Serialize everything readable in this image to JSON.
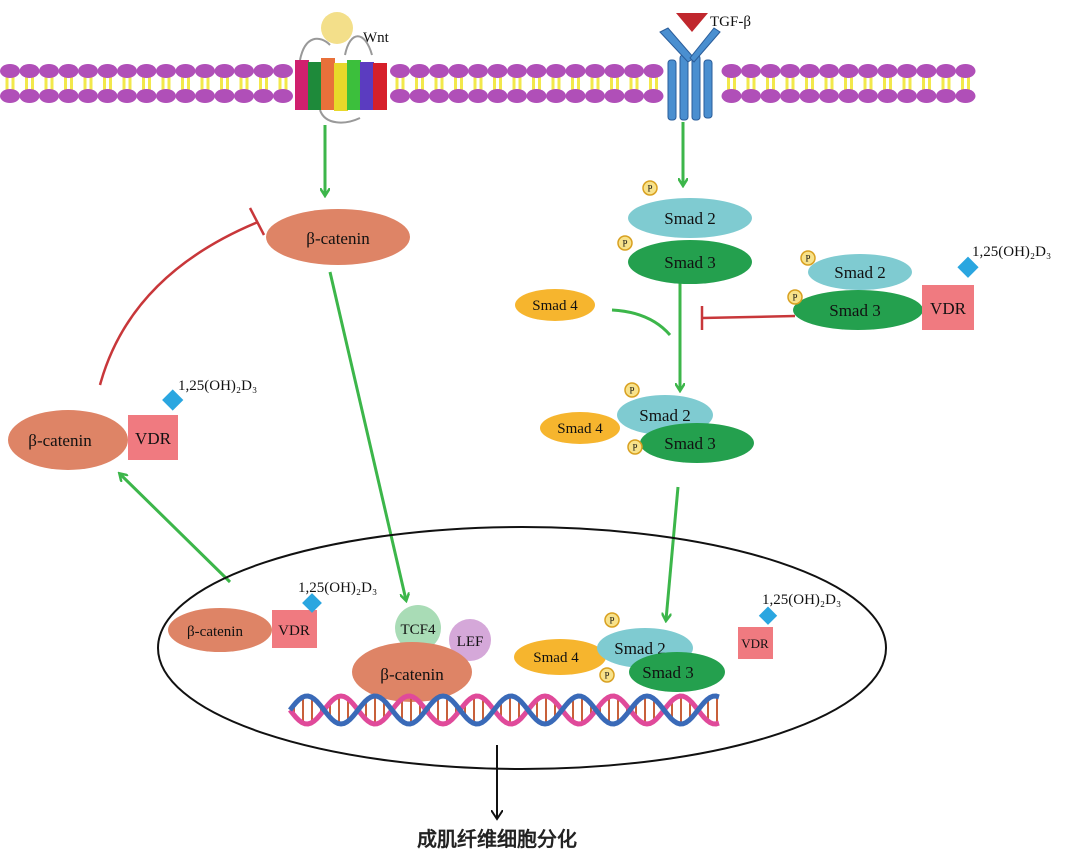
{
  "ligands": {
    "wnt": "Wnt",
    "tgf": "TGF-β",
    "vitd": "1,25(OH)₂D₃"
  },
  "proteins": {
    "beta_catenin": "β-catenin",
    "vdr": "VDR",
    "smad2": "Smad 2",
    "smad3": "Smad 3",
    "smad4": "Smad 4",
    "tcf4": "TCF4",
    "lef": "LEF",
    "phospho": "P"
  },
  "outcome": "成肌纤维细胞分化",
  "colors": {
    "activation_arrow": "#3cb64a",
    "inhibition": "#c8373a",
    "beta_catenin": "#de8466",
    "vdr": "#f07a80",
    "vitd": "#2aa6e0",
    "smad2": "#7fcbd1",
    "smad3": "#24a04e",
    "smad4": "#f6b52e",
    "tcf4": "#a9dcb6",
    "lef": "#d5a8d9",
    "membrane_head": "#b04fb8",
    "membrane_tail": "#f2e84a"
  }
}
